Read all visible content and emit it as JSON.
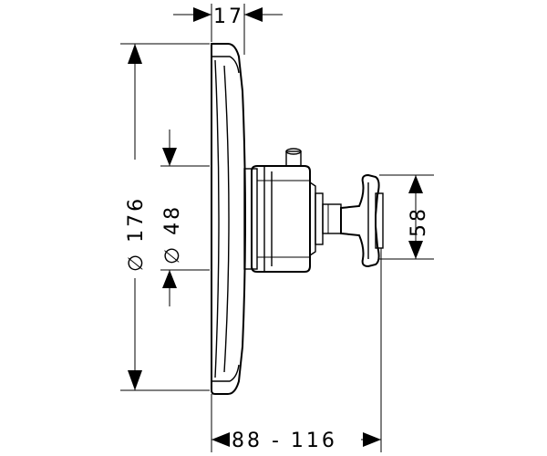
{
  "dimensions": {
    "top_offset": "17",
    "overall_diameter": "∅ 176",
    "hub_diameter": "∅ 48",
    "handle_height": "58",
    "depth_range": "88 - 116"
  }
}
